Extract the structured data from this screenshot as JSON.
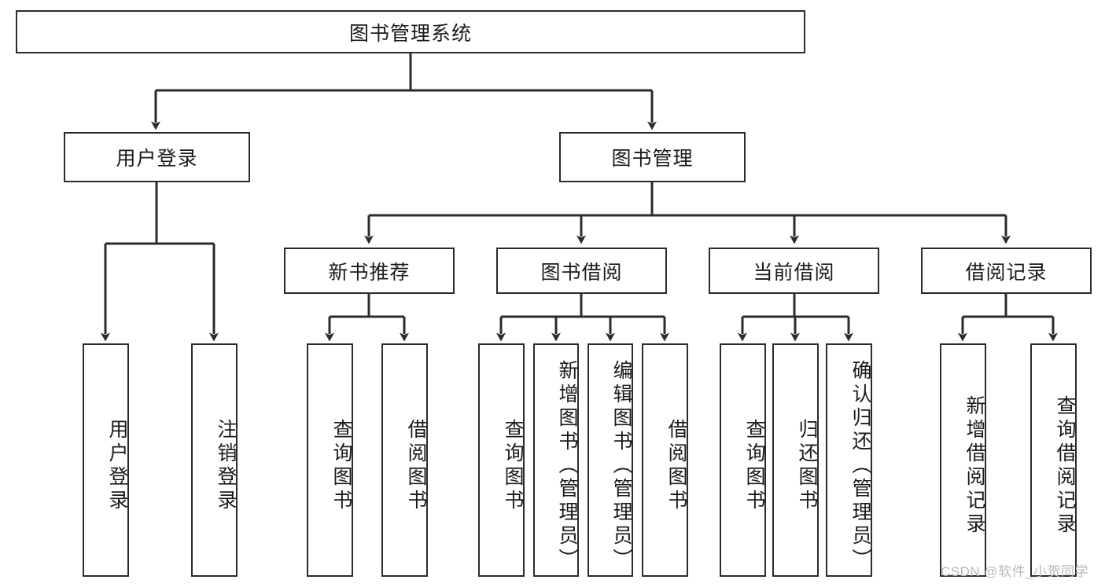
{
  "diagram": {
    "title": "图书管理系统",
    "type": "hierarchy-tree",
    "root": {
      "label": "图书管理系统"
    },
    "level1": [
      {
        "label": "用户登录"
      },
      {
        "label": "图书管理"
      }
    ],
    "level2": [
      {
        "label": "新书推荐"
      },
      {
        "label": "图书借阅"
      },
      {
        "label": "当前借阅"
      },
      {
        "label": "借阅记录"
      }
    ],
    "leaves": {
      "user_login": [
        {
          "label": "用户登录"
        },
        {
          "label": "注销登录"
        }
      ],
      "new_book_recommend": [
        {
          "label": "查询图书"
        },
        {
          "label": "借阅图书"
        }
      ],
      "book_borrow": [
        {
          "label": "查询图书"
        },
        {
          "label": "新增图书（管理员）"
        },
        {
          "label": "编辑图书（管理员）"
        },
        {
          "label": "借阅图书"
        }
      ],
      "current_borrow": [
        {
          "label": "查询图书"
        },
        {
          "label": "归还图书"
        },
        {
          "label": "确认归还（管理员）"
        }
      ],
      "borrow_record": [
        {
          "label": "新增借阅记录"
        },
        {
          "label": "查询借阅记录"
        }
      ]
    }
  },
  "watermark": {
    "text": "CSDN @软件_小贺同学"
  },
  "colors": {
    "box_border": "#2b2b2b",
    "box_fill": "#ffffff",
    "connector": "#2b2b2b",
    "text": "#1a1a1a",
    "watermark": "#b9b9b9"
  }
}
